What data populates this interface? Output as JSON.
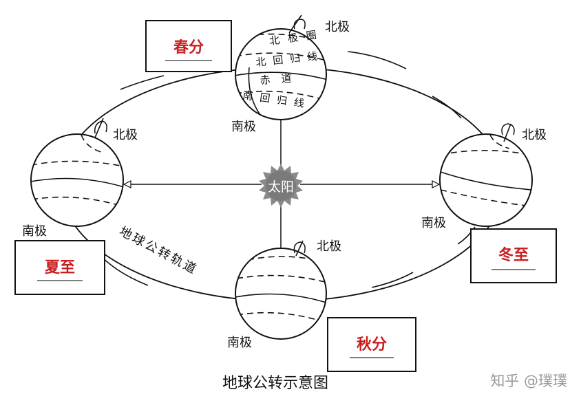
{
  "caption": "地球公转示意图",
  "sun_label": "太阳",
  "orbit_label": "地球公转轨道",
  "north_pole": "北极",
  "south_pole": "南极",
  "latitude_labels": {
    "arctic_circle": "北极圈",
    "tropic_of_cancer": "北回归线",
    "equator": "赤道",
    "tropic_of_capricorn": "南回归线"
  },
  "seasons": {
    "spring": "春分",
    "summer": "夏至",
    "autumn": "秋分",
    "winter": "冬至"
  },
  "colors": {
    "season_text": "#c81e1e",
    "line": "#111111",
    "sun": "#8a8a8a"
  },
  "watermark": "知乎 @璞璞"
}
